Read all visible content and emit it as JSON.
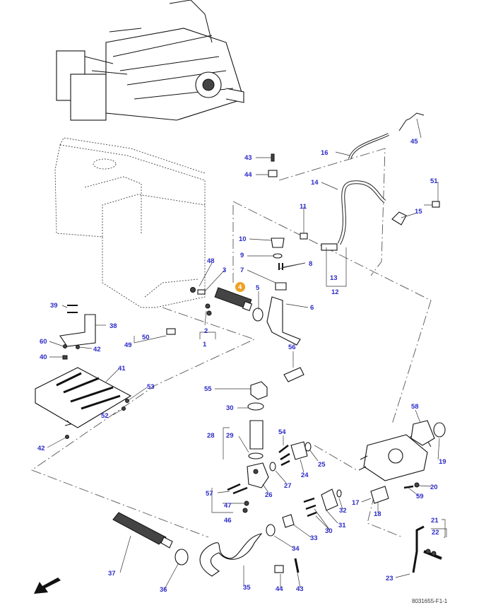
{
  "diagram": {
    "reference_code": "8031655-F1-1",
    "highlight_color": "#f0a020",
    "callout_color": "#2a2ac8",
    "highlighted_callout": "4",
    "callouts": [
      "1",
      "2",
      "3",
      "4",
      "5",
      "6",
      "7",
      "8",
      "9",
      "10",
      "11",
      "12",
      "13",
      "14",
      "15",
      "16",
      "17",
      "18",
      "19",
      "20",
      "21",
      "22",
      "23",
      "24",
      "25",
      "26",
      "27",
      "28",
      "29",
      "30",
      "31",
      "32",
      "33",
      "34",
      "35",
      "36",
      "37",
      "38",
      "39",
      "40",
      "41",
      "42",
      "43",
      "44",
      "45",
      "46",
      "47",
      "48",
      "49",
      "50",
      "51",
      "52",
      "53",
      "54",
      "55",
      "56",
      "57",
      "58",
      "59",
      "60"
    ],
    "direction_arrow": "arrow-down-left-icon"
  }
}
